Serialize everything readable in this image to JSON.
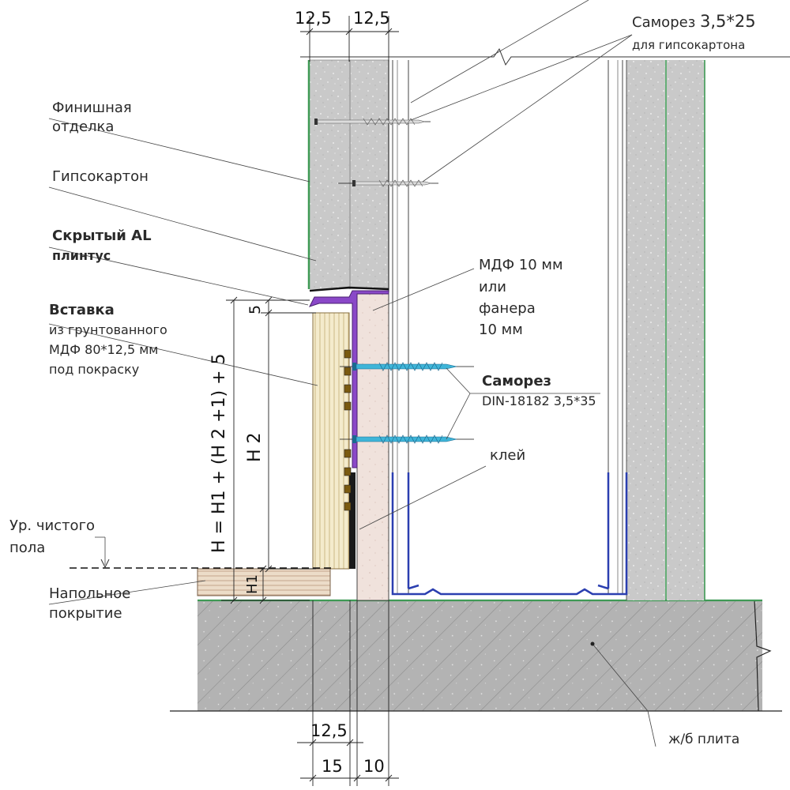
{
  "dimensions": {
    "top_left": "12,5",
    "top_right": "12,5",
    "bottom_12_5": "12,5",
    "bottom_15": "15",
    "bottom_10": "10",
    "gap_5": "5",
    "h2": "H 2",
    "h1": "H1",
    "formula": "H = H1 + (H 2 +1) + 5"
  },
  "labels": {
    "finish_1": "Финишная",
    "finish_2": "отделка",
    "drywall": "Гипсокартон",
    "hidden_plinth_1": "Скрытый AL",
    "hidden_plinth_2": "плинтус",
    "insert_1": "Вставка",
    "insert_2": "из грунтованного",
    "insert_3": "МДФ 80*12,5 мм",
    "insert_4": "под покраску",
    "floor_level_1": "Ур. чистого",
    "floor_level_2": "пола",
    "floor_covering_1": "Напольное",
    "floor_covering_2": "покрытие",
    "screw_top_prefix": "Саморез ",
    "screw_top_size": "3,5*25",
    "screw_top_sub": "для гипсокартона",
    "mdf_1": "МДФ 10 мм",
    "mdf_2": "или",
    "mdf_3": "фанера",
    "mdf_4": "10 мм",
    "screw_din_1": "Саморез",
    "screw_din_2": "DIN-18182 3,5*35",
    "glue": "клей",
    "slab": "ж/б плита"
  },
  "colors": {
    "drywall_fill": "#c9c9c9",
    "slab_fill": "#b3b3b3",
    "mdf_fill": "#f0e2dc",
    "insert_fill": "#f4ebcc",
    "profile_blue": "#2b3fb0",
    "screw_cyan": "#3fb5d8",
    "plinth_purple": "#8a48c8",
    "green_line": "#3f9a55"
  }
}
